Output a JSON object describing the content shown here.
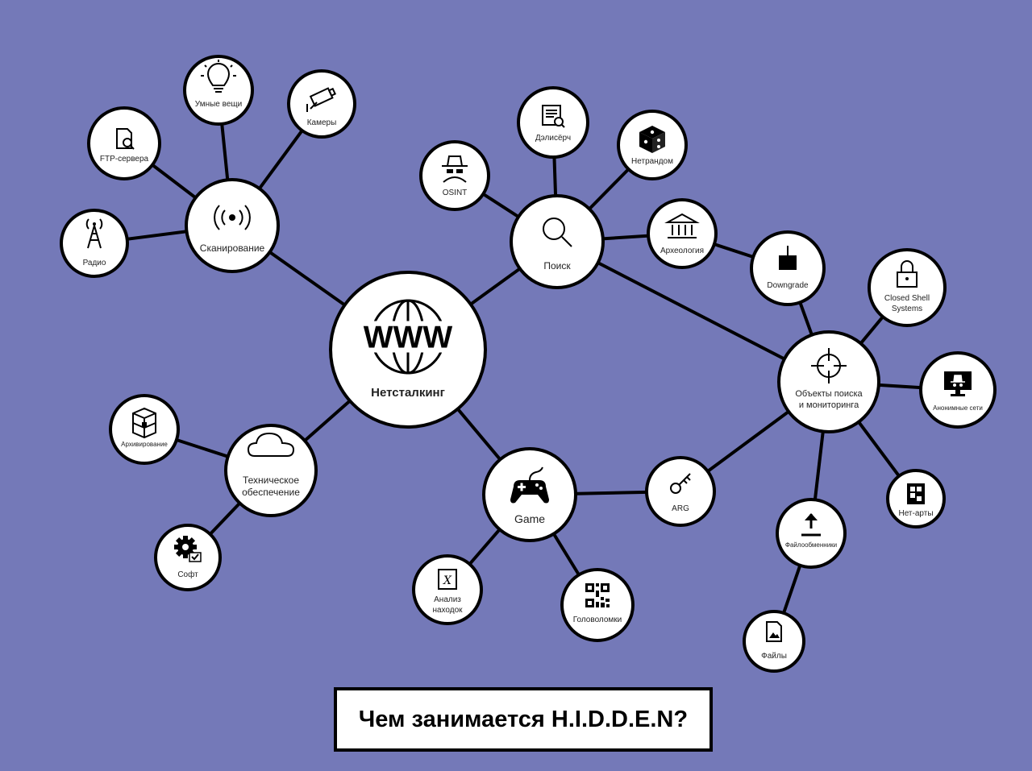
{
  "title": "Чем занимается H.I.D.D.E.N?",
  "nodes": {
    "center": {
      "label": "Нетсталкинг",
      "icon": "globe-www-icon"
    },
    "scan": {
      "label": "Сканирование",
      "icon": "broadcast-icon"
    },
    "smart": {
      "label": "Умные вещи",
      "icon": "lightbulb-icon"
    },
    "cameras": {
      "label": "Камеры",
      "icon": "cctv-camera-icon"
    },
    "ftp": {
      "label": "FTP-сервера",
      "icon": "file-search-icon"
    },
    "radio": {
      "label": "Радио",
      "icon": "radio-tower-icon"
    },
    "search": {
      "label": "Поиск",
      "icon": "magnifier-icon"
    },
    "deepsearch": {
      "label": "Дэлисёрч",
      "icon": "document-search-icon"
    },
    "osint": {
      "label": "OSINT",
      "icon": "spy-icon"
    },
    "netrandom": {
      "label": "Нетрандом",
      "icon": "dice-icon"
    },
    "archaeo": {
      "label": "Археология",
      "icon": "museum-icon"
    },
    "downgrade": {
      "label": "Downgrade",
      "icon": "download-box-icon"
    },
    "objects": {
      "label": [
        "Объекты поиска",
        "и мониторинга"
      ],
      "icon": "crosshair-icon"
    },
    "closed": {
      "label": [
        "Closed Shell",
        "Systems"
      ],
      "icon": "padlock-icon"
    },
    "anon": {
      "label": "Анонимные сети",
      "icon": "monitor-spy-icon"
    },
    "netart": {
      "label": "Нет-арты",
      "icon": "grid-art-icon"
    },
    "filehost": {
      "label": "Файлообменники",
      "icon": "upload-icon"
    },
    "files": {
      "label": "Файлы",
      "icon": "image-file-icon"
    },
    "arg": {
      "label": "ARG",
      "icon": "key-icon"
    },
    "game": {
      "label": "Game",
      "icon": "gamepad-icon"
    },
    "analysis": {
      "label": [
        "Анализ",
        "находок"
      ],
      "icon": "x-box-icon"
    },
    "puzzles": {
      "label": "Головоломки",
      "icon": "qr-code-icon"
    },
    "tech": {
      "label": [
        "Техническое",
        "обеспечение"
      ],
      "icon": "cloud-icon"
    },
    "archiving": {
      "label": "Архивирование",
      "icon": "archive-icon"
    },
    "soft": {
      "label": "Софт",
      "icon": "gear-icon"
    }
  },
  "edges": [
    [
      "center",
      "scan"
    ],
    [
      "center",
      "search"
    ],
    [
      "center",
      "tech"
    ],
    [
      "center",
      "game"
    ],
    [
      "scan",
      "smart"
    ],
    [
      "scan",
      "cameras"
    ],
    [
      "scan",
      "ftp"
    ],
    [
      "scan",
      "radio"
    ],
    [
      "search",
      "deepsearch"
    ],
    [
      "search",
      "osint"
    ],
    [
      "search",
      "netrandom"
    ],
    [
      "search",
      "archaeo"
    ],
    [
      "search",
      "objects"
    ],
    [
      "archaeo",
      "downgrade"
    ],
    [
      "downgrade",
      "objects"
    ],
    [
      "objects",
      "closed"
    ],
    [
      "objects",
      "anon"
    ],
    [
      "objects",
      "netart"
    ],
    [
      "objects",
      "filehost"
    ],
    [
      "objects",
      "arg"
    ],
    [
      "filehost",
      "files"
    ],
    [
      "game",
      "arg"
    ],
    [
      "game",
      "analysis"
    ],
    [
      "game",
      "puzzles"
    ],
    [
      "tech",
      "archiving"
    ],
    [
      "tech",
      "soft"
    ]
  ],
  "colors": {
    "background": "#7479b8",
    "node_fill": "#ffffff",
    "line": "#000000"
  }
}
